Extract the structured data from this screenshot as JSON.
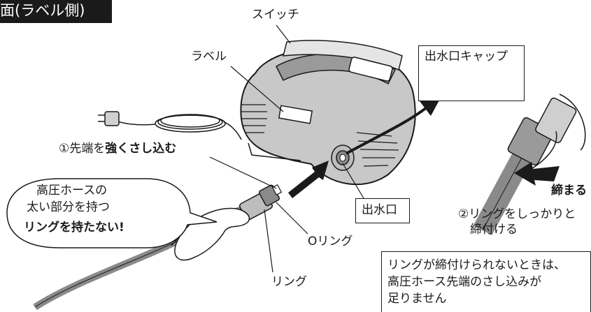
{
  "title": "面(ラベル側)",
  "labels": {
    "switch": "スイッチ",
    "label": "ラベル",
    "outlet_cap": "出水口キャップ",
    "step1_prefix": "①先端を",
    "step1_bold": "強くさし込む",
    "outlet": "出水口",
    "tighten": "締まる",
    "step2_line1": "②リングをしっかりと",
    "step2_line2": "締付ける",
    "o_ring": "Oリング",
    "ring": "リング"
  },
  "speech_bubble": {
    "line1": "高圧ホースの",
    "line2": "太い部分を持つ",
    "line3": "リングを持たない!"
  },
  "note": {
    "line1": "リングが締付けられないときは、",
    "line2": "高圧ホース先端のさし込みが",
    "line3": "足りません"
  },
  "colors": {
    "ink": "#1a1a1a",
    "body_gray": "#8a8a8a",
    "light_gray": "#bdbdbd"
  }
}
